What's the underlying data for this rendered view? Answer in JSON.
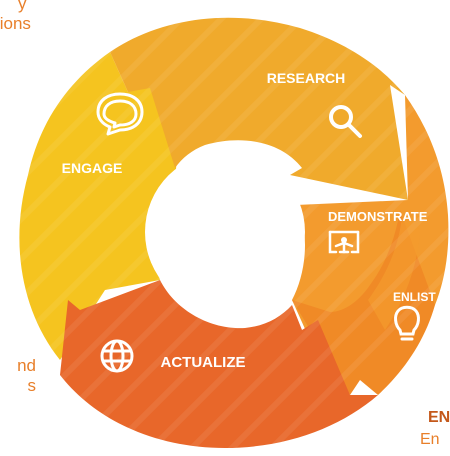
{
  "colors": {
    "research": "#f0aa2c",
    "demonstrate": "#f39b2e",
    "enlist": "#f08a26",
    "actualize": "#e8672a",
    "engage": "#f5c41f",
    "accent_text": "#e87f2a",
    "label_text": "#ffffff"
  },
  "cycle": {
    "segments": [
      {
        "key": "research",
        "label": "RESEARCH",
        "icon": "magnifier-icon"
      },
      {
        "key": "demonstrate",
        "label": "DEMONSTRATE",
        "icon": "presenter-board-icon"
      },
      {
        "key": "enlist",
        "label": "ENLIST",
        "icon": "lightbulb-icon"
      },
      {
        "key": "actualize",
        "label": "ACTUALIZE",
        "icon": "globe-icon"
      },
      {
        "key": "engage",
        "label": "ENGAGE",
        "icon": "chat-bubbles-icon"
      }
    ]
  },
  "cropped_text": {
    "top_left_line1": "y",
    "top_left_line2": "tions",
    "bottom_left_line1": "nd",
    "bottom_left_line2": "s",
    "bottom_right_title": "EN",
    "bottom_right_sub": "En"
  }
}
